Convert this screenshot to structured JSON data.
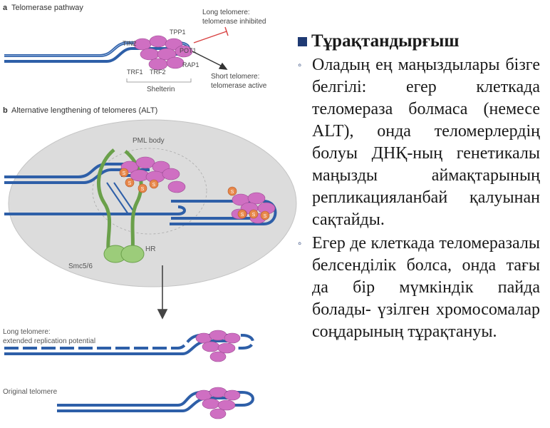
{
  "figure": {
    "panel_a": {
      "title_letter": "a",
      "title": "Telomerase pathway",
      "labels": {
        "tin2": "TIN2",
        "tpp1": "TPP1",
        "pot1": "POT1",
        "rap1": "RAP1",
        "trf1": "TRF1",
        "trf2": "TRF2",
        "shelterin": "Shelterin",
        "long1": "Long telomere:",
        "long2": "telomerase inhibited",
        "short1": "Short telomere:",
        "short2": "telomerase active"
      }
    },
    "panel_b": {
      "title_letter": "b",
      "title": "Alternative lengthening of telomeres (ALT)",
      "labels": {
        "pml": "PML body",
        "hr": "HR",
        "smc": "Smc5/6",
        "sumo": "S",
        "long1": "Long telomere:",
        "long2": "extended replication potential",
        "orig": "Original telomere"
      }
    },
    "colors": {
      "dna_blue": "#2e5fa8",
      "shelterin": "#cf6fc2",
      "sumo": "#e7874a",
      "smc": "#9ccc7a",
      "nucleus": "#dcdcdc",
      "inhibit_red": "#d84040"
    }
  },
  "text": {
    "heading": "Тұрақтандырғыш",
    "point1": "Оладың ең маңыздылары бізге белгілі: егер клеткада теломераза болмаса (немесе ALT), онда теломерлердің болуы ДНҚ-ның генетикалы маңызды аймақтарының репликацияланбай қалуынан сақтайды.",
    "point2": "Егер де клеткада теломеразалы белсенділік болса, онда тағы да бір мүмкіндік пайда болады- үзілген хромосомалар соңдарының тұрақтануы."
  }
}
